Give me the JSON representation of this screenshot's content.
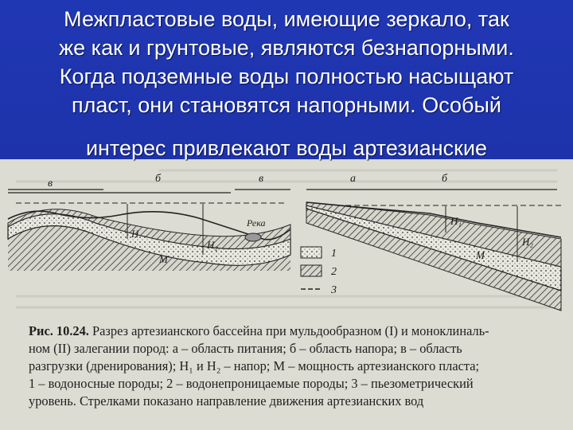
{
  "slide": {
    "text_lines": [
      "Межпластовые воды, имеющие зеркало, так",
      "же как и грунтовые, являются безнапорными.",
      "Когда подземные воды полностью насыщают",
      "пласт, они становятся напорными. Особый",
      "интерес привлекают воды артезианские"
    ]
  },
  "figure": {
    "left": {
      "labels": {
        "v1": "в",
        "b": "б",
        "v2": "в",
        "river": "Река",
        "h1": "H",
        "h2": "H₂",
        "m": "M"
      }
    },
    "right": {
      "labels": {
        "a": "а",
        "b": "б",
        "h1": "H₁",
        "h2": "H₂",
        "m": "M"
      }
    },
    "legend": [
      {
        "number": "1"
      },
      {
        "number": "2"
      },
      {
        "number": "3"
      }
    ],
    "caption_lines": [
      {
        "bold": "Рис. 10.24.",
        "text": " Разрез артезианского бассейна при мульдообразном (I) и моноклиналь-"
      },
      {
        "bold": "",
        "text": "ном (II) залегании пород: а – область питания; б – область напора; в – область"
      },
      {
        "bold": "",
        "text": "разгрузки (дренирования); H₁ и H₂ – напор; M – мощность артезианского пласта;"
      },
      {
        "bold": "",
        "text": "1 – водоносные породы; 2 – водонепроницаемые породы; 3 – пьезометрический"
      },
      {
        "bold": "",
        "text": "уровень. Стрелками показано направление движения артезианских вод"
      }
    ]
  }
}
